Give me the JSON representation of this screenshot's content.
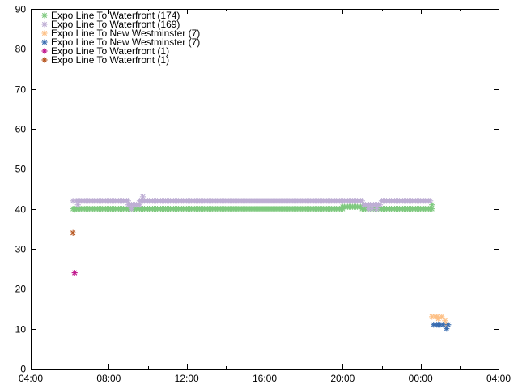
{
  "chart_data": {
    "type": "scatter",
    "x_unit": "time of day (HH:MM), axis spans 04:00 to 04:00 next day",
    "xlim": [
      "04:00",
      "04:00+1"
    ],
    "ylim": [
      0,
      90
    ],
    "x_tick_labels": [
      "04:00",
      "08:00",
      "12:00",
      "16:00",
      "20:00",
      "00:00",
      "04:00"
    ],
    "y_tick_labels": [
      "0",
      "10",
      "20",
      "30",
      "40",
      "50",
      "60",
      "70",
      "80",
      "90"
    ],
    "grid": false,
    "legend_position": "top-left",
    "marker": "asterisk",
    "series": [
      {
        "name": "Expo Line To Waterfront (174)",
        "color": "#7fc97f",
        "segments": [
          {
            "start": "06:10",
            "end": "20:00",
            "step_min": 5,
            "y": 40
          },
          {
            "start": "20:00",
            "end": "21:00",
            "step_min": 5,
            "y": 40.5
          },
          {
            "start": "21:00",
            "end": "22:05",
            "step_min": 5,
            "y": 40
          },
          {
            "start": "22:10",
            "end": "00:35",
            "step_min": 5,
            "y": 40
          }
        ],
        "extra_points": [
          [
            "00:35",
            41
          ],
          [
            "21:10",
            40.5
          ],
          [
            "06:15",
            39.8
          ]
        ]
      },
      {
        "name": "Expo Line To Waterfront (169)",
        "color": "#beaed4",
        "segments": [
          {
            "start": "06:20",
            "end": "09:00",
            "step_min": 5,
            "y": 42
          },
          {
            "start": "09:00",
            "end": "09:35",
            "step_min": 5,
            "y": 41
          },
          {
            "start": "09:35",
            "end": "21:00",
            "step_min": 5,
            "y": 42
          },
          {
            "start": "21:05",
            "end": "21:55",
            "step_min": 5,
            "y": 41
          },
          {
            "start": "22:00",
            "end": "00:30",
            "step_min": 5,
            "y": 42
          }
        ],
        "extra_points": [
          [
            "06:10",
            42
          ],
          [
            "06:25",
            41
          ],
          [
            "09:45",
            43
          ],
          [
            "09:10",
            40
          ],
          [
            "21:20",
            40
          ],
          [
            "21:30",
            40
          ],
          [
            "21:45",
            40
          ]
        ]
      },
      {
        "name": "Expo Line To New Westminster (7)",
        "color": "#fdc086",
        "points": [
          [
            "00:35",
            13
          ],
          [
            "00:45",
            13
          ],
          [
            "00:50",
            13
          ],
          [
            "00:55",
            12.5
          ],
          [
            "01:05",
            13
          ],
          [
            "01:15",
            12
          ],
          [
            "01:20",
            11
          ]
        ]
      },
      {
        "name": "Expo Line To New Westminster (7)",
        "color": "#386cb0",
        "points": [
          [
            "00:40",
            11
          ],
          [
            "00:50",
            11
          ],
          [
            "00:55",
            11
          ],
          [
            "01:00",
            11
          ],
          [
            "01:10",
            11
          ],
          [
            "01:20",
            10
          ],
          [
            "01:25",
            11
          ]
        ]
      },
      {
        "name": "Expo Line To Waterfront (1)",
        "color": "#c0158c",
        "points": [
          [
            "06:15",
            24
          ]
        ]
      },
      {
        "name": "Expo Line To Waterfront (1)",
        "color": "#b5521c",
        "points": [
          [
            "06:10",
            34
          ]
        ]
      }
    ]
  }
}
